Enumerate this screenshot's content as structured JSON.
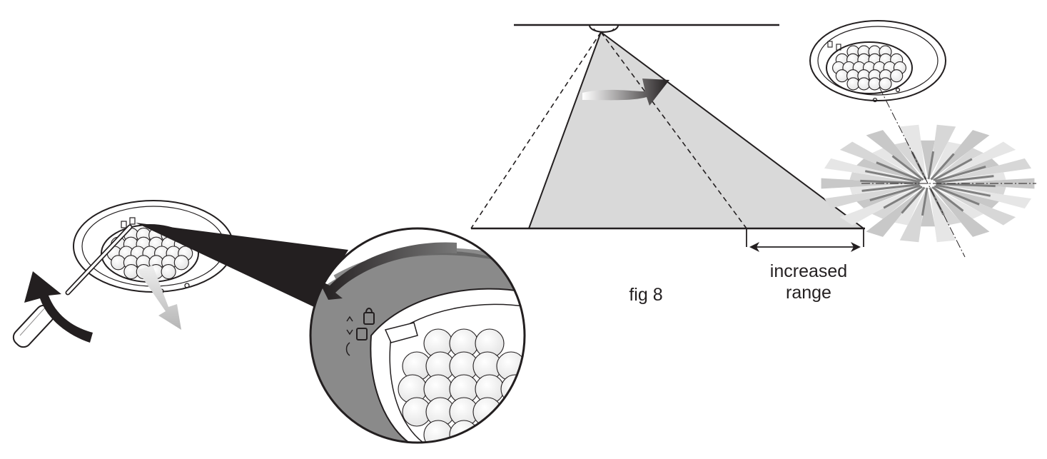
{
  "labels": {
    "range_line1": "increased",
    "range_line2": "range",
    "figure": "fig 8"
  },
  "colors": {
    "ink": "#231f20",
    "coverage_fill": "#d9d9d9",
    "ring_gray": "#8a8a8a",
    "arrow_gray": "#bdbdbd",
    "background": "#ffffff"
  },
  "icons": [
    "sensor-ceiling-icon",
    "screwdriver-icon",
    "rotate-arrow-icon",
    "padlock-icon",
    "detection-pattern-icon"
  ]
}
